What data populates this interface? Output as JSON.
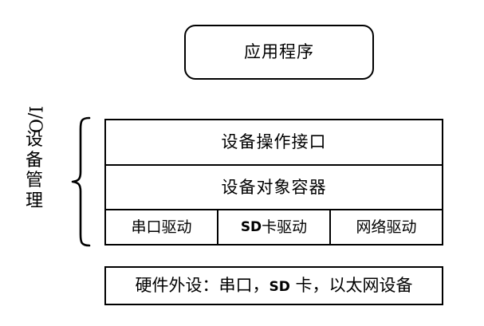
{
  "diagram": {
    "title_box": {
      "label": "应用程序"
    },
    "group_label": {
      "latin": "I/O",
      "cjk": "设备管理",
      "full": "I/O 设备管理"
    },
    "brace": {
      "icon": "curly-brace-icon"
    },
    "layers": [
      {
        "id": "device-operation-interface",
        "label": "设备操作接口"
      },
      {
        "id": "device-object-container",
        "label": "设备对象容器"
      }
    ],
    "drivers": [
      {
        "id": "serial-driver",
        "label": "串口驱动",
        "prefix": "",
        "suffix": ""
      },
      {
        "id": "sd-card-driver",
        "label": "SD 卡驱动",
        "prefix": "SD",
        "suffix": " 卡驱动"
      },
      {
        "id": "network-driver",
        "label": "网络驱动",
        "prefix": "",
        "suffix": ""
      }
    ],
    "hardware_box": {
      "label": "硬件外设：串口，SD 卡，以太网设备",
      "part1": "硬件外设：串口，",
      "part2": "SD",
      "part3": " 卡，以太网设备"
    },
    "colors": {
      "stroke": "#000000",
      "background": "#ffffff",
      "text": "#000000"
    }
  }
}
